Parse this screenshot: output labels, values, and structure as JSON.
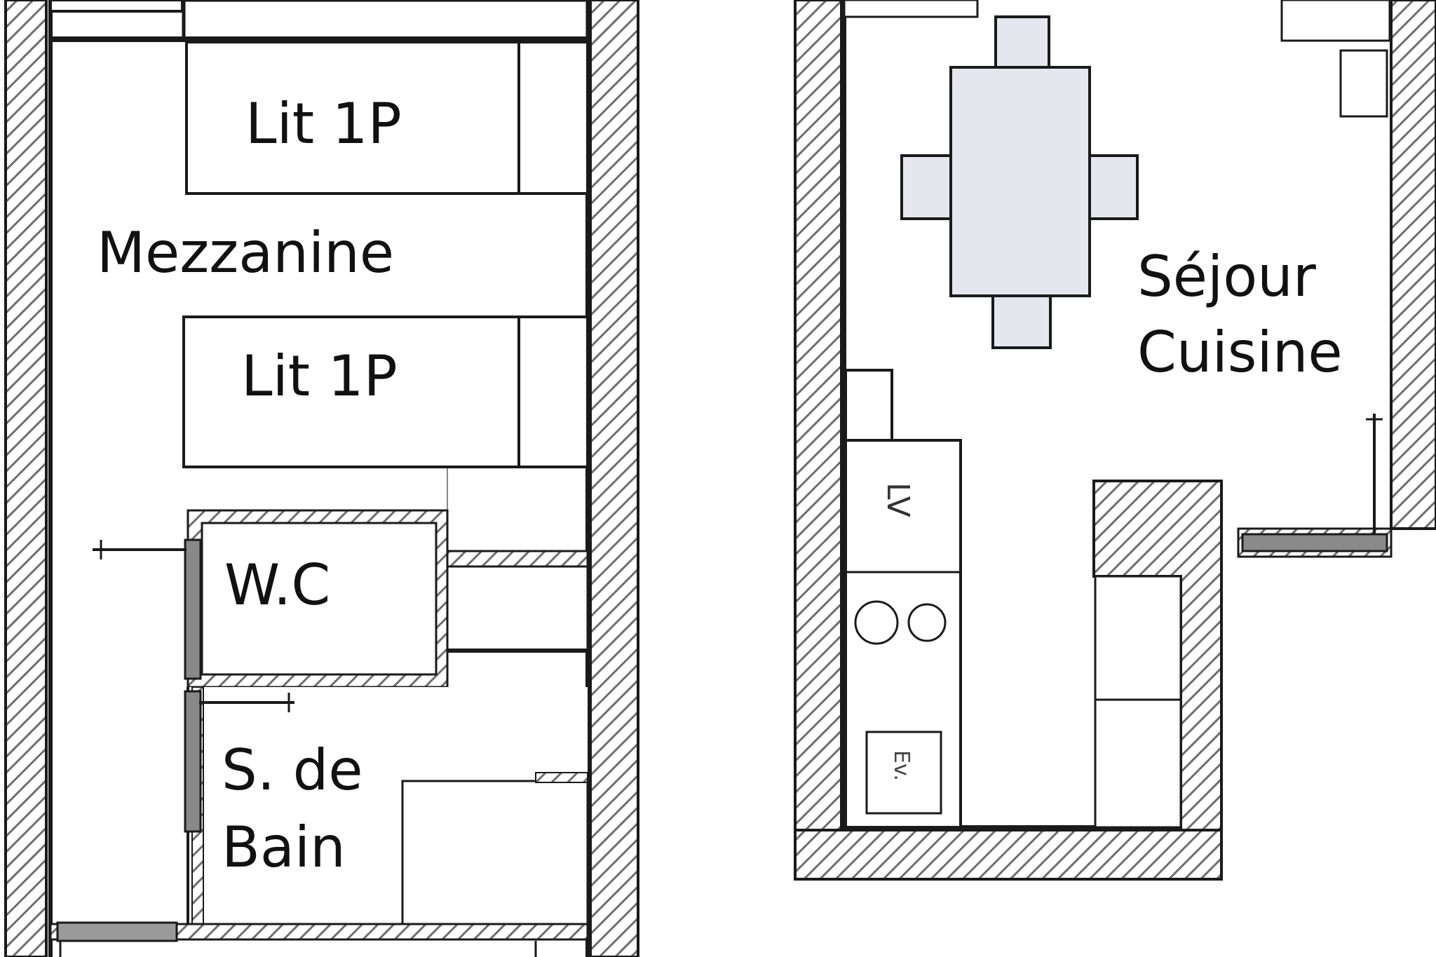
{
  "rooms": {
    "bed_1": "Lit 1P",
    "bed_2": "Lit 1P",
    "mezzanine": "Mezzanine",
    "wc": "W.C",
    "bath_line1": "S. de",
    "bath_line2": "Bain",
    "living_line1": "Séjour",
    "living_line2": "Cuisine"
  },
  "fixtures": {
    "washer": "LV",
    "sink": "Ev."
  },
  "colors": {
    "wall_stroke": "#1a1a1a",
    "hatch": "#6e6e6e",
    "table_fill": "#e6e6ee",
    "background": "#ffffff"
  }
}
